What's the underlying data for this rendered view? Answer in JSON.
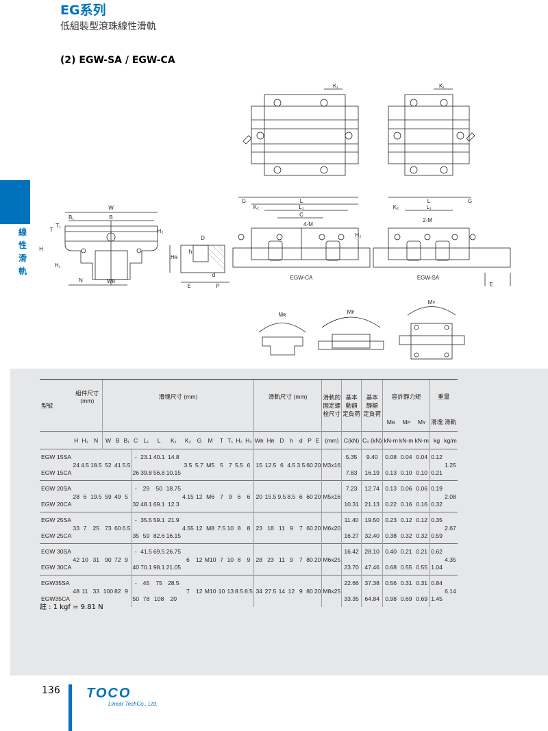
{
  "header": {
    "series_title": "EG系列",
    "subtitle": "低組裝型滾珠線性滑軌",
    "model_heading": "(2) EGW-SA / EGW-CA"
  },
  "side_tab": {
    "chars": [
      "線",
      "性",
      "滑",
      "軌"
    ]
  },
  "drawing": {
    "dims": {
      "W": "W",
      "B": "B",
      "B1": "B₁",
      "T": "T",
      "T1": "T₁",
      "H": "H",
      "H1": "H₁",
      "H2": "H₂",
      "N": "N",
      "WR": "Wʀ",
      "HR": "Hʀ",
      "h": "h",
      "D": "D",
      "d": "d",
      "E": "E",
      "P": "P",
      "G": "G",
      "K2": "K₂",
      "L": "L",
      "L1": "L₁",
      "C": "C",
      "K1": "K₁",
      "holes_ca": "4-M",
      "holes_sa": "2-M"
    },
    "labels": {
      "ca": "EGW-CA",
      "sa": "EGW-SA"
    },
    "moments": {
      "mr": "Mʀ",
      "mp": "Mᴘ",
      "my": "Mʏ"
    }
  },
  "table": {
    "headers": {
      "model": "型號",
      "assembly": "組件尺寸\n(mm)",
      "block": "滑塊尺寸 (mm)",
      "rail": "滑軌尺寸 (mm)",
      "bolt": "滑軌的\n固定螺\n栓尺寸",
      "dyn": "基本\n動額\n定負荷",
      "stat": "基本\n靜額\n定負荷",
      "moment": "容許靜力矩",
      "weight": "重量",
      "block_w": "滑塊",
      "rail_w": "滑軌"
    },
    "subheaders": [
      "H",
      "H₁",
      "N",
      "W",
      "B",
      "B₁",
      "C",
      "L₁",
      "L",
      "K₁",
      "K₂",
      "G",
      "M",
      "T",
      "T₁",
      "H₂",
      "H₃",
      "Wʀ",
      "Hʀ",
      "D",
      "h",
      "d",
      "P",
      "E"
    ],
    "units": {
      "bolt": "(mm)",
      "dyn": "C(kN)",
      "stat": "C₀ (kN)",
      "mr": "Mʀ",
      "mp": "Mᴘ",
      "my": "Mʏ",
      "mr_u": "kN-m",
      "mp_u": "kN-m",
      "my_u": "kN-m",
      "kg": "kg",
      "kgm": "kg/m"
    },
    "groups": [
      {
        "models": [
          "EGW 15SA",
          "EGW 15CA"
        ],
        "H": "24",
        "H1": "4.5",
        "N": "18.5",
        "W": "52",
        "B": "41",
        "B1": "5.5",
        "C": [
          "-",
          "26"
        ],
        "L1": [
          "23.1",
          "39.8"
        ],
        "L": [
          "40.1",
          "56.8"
        ],
        "K1": [
          "14.8",
          "10.15"
        ],
        "K2": "3.5",
        "G": "5.7",
        "M": "M5",
        "T": "5",
        "T1": "7",
        "H2": "5.5",
        "H3": "6",
        "WR": "15",
        "HR": "12.5",
        "D": "6",
        "h": "4.5",
        "d": "3.5",
        "P": "60",
        "E": "20",
        "bolt": "M3x16",
        "C_dyn": [
          "5.35",
          "7.83"
        ],
        "C0": [
          "9.40",
          "16.19"
        ],
        "MR": [
          "0.08",
          "0.13"
        ],
        "MP": [
          "0.04",
          "0.10"
        ],
        "MY": [
          "0.04",
          "0.10"
        ],
        "kg": [
          "0.12",
          "0.21"
        ],
        "kgm": "1.25"
      },
      {
        "models": [
          "EGW 20SA",
          "EGW 20CA"
        ],
        "H": "28",
        "H1": "6",
        "N": "19.5",
        "W": "59",
        "B": "49",
        "B1": "5",
        "C": [
          "-",
          "32"
        ],
        "L1": [
          "29",
          "48.1"
        ],
        "L": [
          "50",
          "69.1"
        ],
        "K1": [
          "18.75",
          "12.3"
        ],
        "K2": "4.15",
        "G": "12",
        "M": "M6",
        "T": "7",
        "T1": "9",
        "H2": "6",
        "H3": "6",
        "WR": "20",
        "HR": "15.5",
        "D": "9.5",
        "h": "8.5",
        "d": "6",
        "P": "60",
        "E": "20",
        "bolt": "M5x16",
        "C_dyn": [
          "7.23",
          "10.31"
        ],
        "C0": [
          "12.74",
          "21.13"
        ],
        "MR": [
          "0.13",
          "0.22"
        ],
        "MP": [
          "0.06",
          "0.16"
        ],
        "MY": [
          "0.06",
          "0.16"
        ],
        "kg": [
          "0.19",
          "0.32"
        ],
        "kgm": "2.08"
      },
      {
        "models": [
          "EGW 25SA",
          "EGW 25CA"
        ],
        "H": "33",
        "H1": "7",
        "N": "25",
        "W": "73",
        "B": "60",
        "B1": "6.5",
        "C": [
          "-",
          "35"
        ],
        "L1": [
          "35.5",
          "59"
        ],
        "L": [
          "59.1",
          "82.6"
        ],
        "K1": [
          "21.9",
          "16.15"
        ],
        "K2": "4.55",
        "G": "12",
        "M": "M8",
        "T": "7.5",
        "T1": "10",
        "H2": "8",
        "H3": "8",
        "WR": "23",
        "HR": "18",
        "D": "11",
        "h": "9",
        "d": "7",
        "P": "60",
        "E": "20",
        "bolt": "M6x20",
        "C_dyn": [
          "11.40",
          "16.27"
        ],
        "C0": [
          "19.50",
          "32.40"
        ],
        "MR": [
          "0.23",
          "0.38"
        ],
        "MP": [
          "0.12",
          "0.32"
        ],
        "MY": [
          "0.12",
          "0.32"
        ],
        "kg": [
          "0.35",
          "0.59"
        ],
        "kgm": "2.67"
      },
      {
        "models": [
          "EGW 30SA",
          "EGW 30CA"
        ],
        "H": "42",
        "H1": "10",
        "N": "31",
        "W": "90",
        "B": "72",
        "B1": "9",
        "C": [
          "-",
          "40"
        ],
        "L1": [
          "41.5",
          "70.1"
        ],
        "L": [
          "69.5",
          "98.1"
        ],
        "K1": [
          "26.75",
          "21.05"
        ],
        "K2": "6",
        "G": "12",
        "M": "M10",
        "T": "7",
        "T1": "10",
        "H2": "8",
        "H3": "9",
        "WR": "28",
        "HR": "23",
        "D": "11",
        "h": "9",
        "d": "7",
        "P": "80",
        "E": "20",
        "bolt": "M6x25",
        "C_dyn": [
          "16.42",
          "23.70"
        ],
        "C0": [
          "28.10",
          "47.46"
        ],
        "MR": [
          "0.40",
          "0.68"
        ],
        "MP": [
          "0.21",
          "0.55"
        ],
        "MY": [
          "0.21",
          "0.55"
        ],
        "kg": [
          "0.62",
          "1.04"
        ],
        "kgm": "4.35"
      },
      {
        "models": [
          "EGW35SA",
          "EGW35CA"
        ],
        "H": "48",
        "H1": "11",
        "N": "33",
        "W": "100",
        "B": "82",
        "B1": "9",
        "C": [
          "-",
          "50"
        ],
        "L1": [
          "45",
          "78"
        ],
        "L": [
          "75",
          "108"
        ],
        "K1": [
          "28.5",
          "20"
        ],
        "K2": "7",
        "G": "12",
        "M": "M10",
        "T": "10",
        "T1": "13",
        "H2": "8.5",
        "H3": "8.5",
        "WR": "34",
        "HR": "27.5",
        "D": "14",
        "h": "12",
        "d": "9",
        "P": "80",
        "E": "20",
        "bolt": "M8x25",
        "C_dyn": [
          "22.66",
          "33.35"
        ],
        "C0": [
          "37.38",
          "64.84"
        ],
        "MR": [
          "0.56",
          "0.98"
        ],
        "MP": [
          "0.31",
          "0.69"
        ],
        "MY": [
          "0.31",
          "0.69"
        ],
        "kg": [
          "0.84",
          "1.45"
        ],
        "kgm": "6.14"
      }
    ]
  },
  "footnote": "註 : 1 kgf = 9.81 N",
  "footer": {
    "page_number": "136",
    "logo": "TOCO",
    "logo_sub": "Linear TechCo., Ltd."
  },
  "colors": {
    "accent": "#0072bc",
    "panel": "#e6e7e8"
  }
}
